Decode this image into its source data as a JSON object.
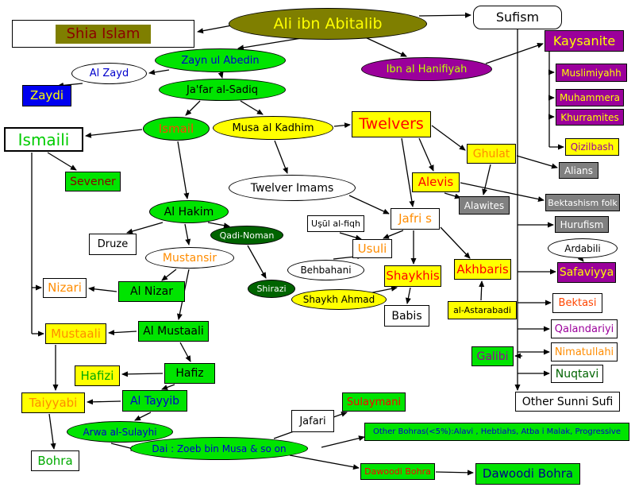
{
  "nodes": {
    "shia_islam": "Shia Islam",
    "ali_ibn_abitalib": "Ali ibn Abitalib",
    "sufism": "Sufism",
    "kaysanite": "Kaysanite",
    "zayn_ul_abedin": "Zayn ul Abedin",
    "ibn_al_hanifiyah": "Ibn al Hanifiyah",
    "al_zayd": "Al Zayd",
    "zaydi": "Zaydi",
    "jafar_al_sadiq": "Ja'far al-Sadiq",
    "muslimiyahh": "Muslimiyahh",
    "muhammera": "Muhammera",
    "khurramites": "Khurramites",
    "ismail": "Ismail",
    "musa_al_kadhim": "Musa al Kadhim",
    "twelvers": "Twelvers",
    "qizilbash": "Qizilbash",
    "ismaili": "Ismaili",
    "ghulat": "Ghulat",
    "alians": "Alians",
    "sevener": "Sevener",
    "alevis": "Alevis",
    "twelver_imams": "Twelver Imams",
    "alawites": "Alawites",
    "bektashism_folk": "Bektashism folk",
    "hurufism": "Hurufism",
    "al_hakim": "Al Hakim",
    "jafri_s": "Jafri s",
    "usul_al_fiqh": "Uşūl al-fiqh",
    "druze": "Druze",
    "qadi_noman": "Qadi-Noman",
    "usuli": "Usuli",
    "ardabili": "Ardabili",
    "mustansir": "Mustansir",
    "behbahani": "Behbahani",
    "shaykhis": "Shaykhis",
    "akhbaris": "Akhbaris",
    "safaviyya": "Safaviyya",
    "nizari": "Nizari",
    "al_nizar": "Al Nizar",
    "shirazi": "Shirazi",
    "shaykh_ahmad": "Shaykh Ahmad",
    "babis": "Babis",
    "al_astarabadi": "al-Astarabadi",
    "bektasi": "Bektasi",
    "mustaali": "Mustaali",
    "al_mustaali": "Al Mustaali",
    "qalandariyi": "Qalandariyi",
    "galibi": "Galibi",
    "nimatullahi": "Nimatullahi",
    "hafizi": "Hafizi",
    "hafiz": "Hafiz",
    "nuqtavi": "Nuqtavi",
    "taiyyabi": "Taiyyabi",
    "al_tayyib": "Al Tayyib",
    "sulaymani": "Sulaymani",
    "other_sunni_sufi": "Other Sunni Sufi",
    "jafari": "Jafari",
    "arwa_al_sulayhi": "Arwa al-Sulayhi",
    "other_bohras": "Other Bohras(<5%):Alavi , Hebtiahs,  Atba i Malak, Progressive",
    "dai_zoeb": "Dai : Zoeb bin Musa  & so on",
    "bohra": "Bohra",
    "dawoodi_bohra_small": "Dawoodi Bohra",
    "dawoodi_bohra": "Dawoodi Bohra"
  },
  "palette": {
    "olive": "#7f7f00",
    "bright_green": "#00e400",
    "dark_green": "#006400",
    "yellow": "#ffff00",
    "purple": "#9b009b",
    "gray": "#808080",
    "blue": "#0000f0",
    "red": "#ff0000",
    "orange": "#ff8c00",
    "dark_red": "#8b0000",
    "dark_blue": "#00008b",
    "text_blue": "#0000cc"
  }
}
